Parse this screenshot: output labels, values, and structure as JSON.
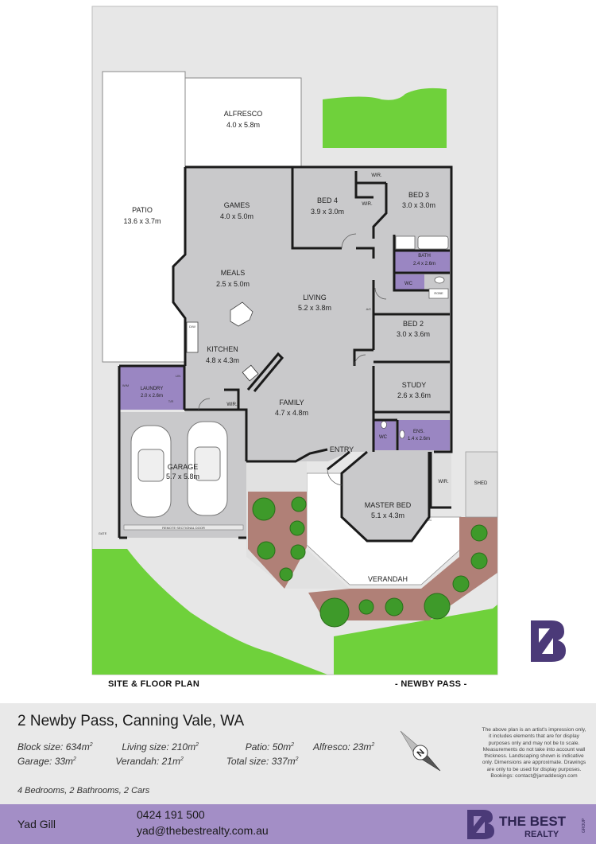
{
  "plan": {
    "title": "SITE & FLOOR PLAN",
    "street_label": "- NEWBY PASS -",
    "rooms": [
      {
        "id": "alfresco",
        "name": "ALFRESCO",
        "size": "4.0 x 5.8m"
      },
      {
        "id": "patio",
        "name": "PATIO",
        "size": "13.6 x 3.7m"
      },
      {
        "id": "games",
        "name": "GAMES",
        "size": "4.0 x 5.0m"
      },
      {
        "id": "meals",
        "name": "MEALS",
        "size": "2.5 x 5.0m"
      },
      {
        "id": "kitchen",
        "name": "KITCHEN",
        "size": "4.8 x 4.3m"
      },
      {
        "id": "laundry",
        "name": "LAUNDRY",
        "size": "2.0 x 2.6m"
      },
      {
        "id": "garage",
        "name": "GARAGE",
        "size": "5.7 x 5.8m"
      },
      {
        "id": "bed4",
        "name": "BED 4",
        "size": "3.9 x 3.0m"
      },
      {
        "id": "bed3",
        "name": "BED 3",
        "size": "3.0 x 3.0m"
      },
      {
        "id": "bath",
        "name": "BATH",
        "size": "2.4 x 2.6m"
      },
      {
        "id": "living",
        "name": "LIVING",
        "size": "5.2 x 3.8m"
      },
      {
        "id": "bed2",
        "name": "BED 2",
        "size": "3.0 x 3.6m"
      },
      {
        "id": "study",
        "name": "STUDY",
        "size": "2.6 x 3.6m"
      },
      {
        "id": "family",
        "name": "FAMILY",
        "size": "4.7 x 4.8m"
      },
      {
        "id": "ens",
        "name": "ENS.",
        "size": "1.4 x 2.6m"
      },
      {
        "id": "master",
        "name": "MASTER BED",
        "size": "5.1 x 4.3m"
      }
    ],
    "labels": {
      "wir": "WIR.",
      "wc": "WC",
      "robe": "ROBE",
      "entry": "ENTRY",
      "verandah": "VERANDAH",
      "shed": "SHED",
      "gate": "GATE",
      "remote_door": "REMOTE SECTIONAL DOOR",
      "ac": "A/C",
      "linen": "LIN",
      "wm": "W/M",
      "tr": "T/R",
      "dw": "D/W"
    }
  },
  "property": {
    "address": "2 Newby Pass, Canning Vale, WA",
    "stats_row1": [
      {
        "label": "Block size:",
        "value": "634m",
        "unit_sup": "2"
      },
      {
        "label": "Living size:",
        "value": "210m",
        "unit_sup": "2"
      },
      {
        "label": "Patio:",
        "value": "50m",
        "unit_sup": "2"
      },
      {
        "label": "Alfresco:",
        "value": "23m",
        "unit_sup": "2"
      }
    ],
    "stats_row2": [
      {
        "label": "Garage:",
        "value": "33m",
        "unit_sup": "2"
      },
      {
        "label": "Verandah:",
        "value": "21m",
        "unit_sup": "2"
      },
      {
        "label": "Total size:",
        "value": "337m",
        "unit_sup": "2"
      }
    ],
    "summary": "4 Bedrooms, 2 Bathrooms, 2 Cars",
    "compass_letter": "N",
    "disclaimer": "The above plan is an artist's impression only, it includes elements that are for display purposes only and may not be to scale. Measurements do not take into account wall thickness. Landscaping shown is indicative only. Dimensions are approximate. Drawings are only to be used for display purposes. Bookings: contact@jarraddesign.com"
  },
  "agent": {
    "name": "Yad Gill",
    "phone": "0424 191 500",
    "email": "yad@thebestrealty.com.au"
  },
  "brand": {
    "name": "THE BEST",
    "sub": "REALTY",
    "group": "GROUP",
    "accent": "#4b3a78",
    "footer_bg": "#a38ec6"
  },
  "colors": {
    "floor": "#c9c9cb",
    "wet": "#9a86c2",
    "lawn": "#6fd13b",
    "garden_bed": "#b08077",
    "path": "#e1e1e1",
    "shed": "#dedede"
  }
}
